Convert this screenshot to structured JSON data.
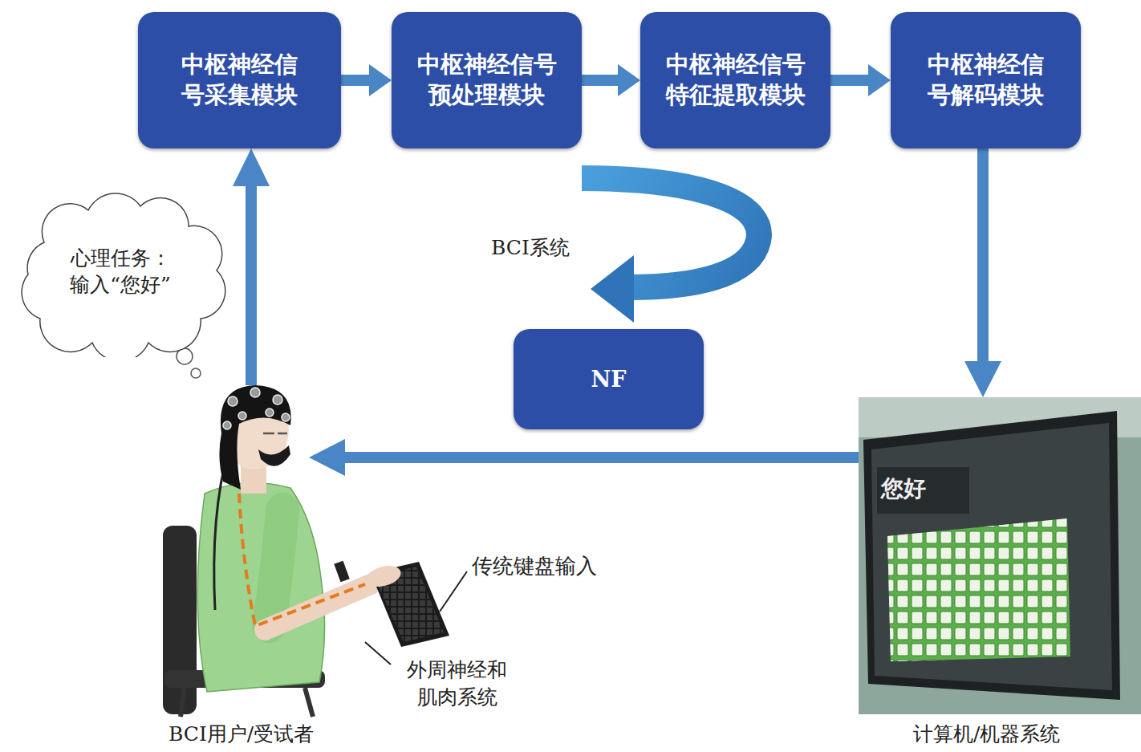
{
  "diagram": {
    "nodes": [
      {
        "text": [
          "中枢神经信 号采集模块"
        ]
      },
      {
        "text": [
          "中枢神经信号 预处理模块"
        ]
      },
      {
        "text": [
          "中枢神经信号 特征提取模块"
        ]
      },
      {
        "text": [
          "中枢神经信 号解码模块"
        ]
      },
      {
        "text": [
          "心理任务： 输入“您好”"
        ]
      },
      {
        "text": [
          "NF"
        ]
      }
    ],
    "edges": [
      {
        "from": 0,
        "to": 1,
        "arrow": "to"
      },
      {
        "from": 1,
        "to": 2,
        "arrow": "to"
      },
      {
        "from": 2,
        "to": 3,
        "arrow": "to"
      }
    ],
    "labels": [
      "BCI系统",
      "您好",
      "传统键盘输入",
      "外周神经和 肌肉系统",
      "BCI用户/受试者",
      "计算机/机器系统"
    ]
  }
}
